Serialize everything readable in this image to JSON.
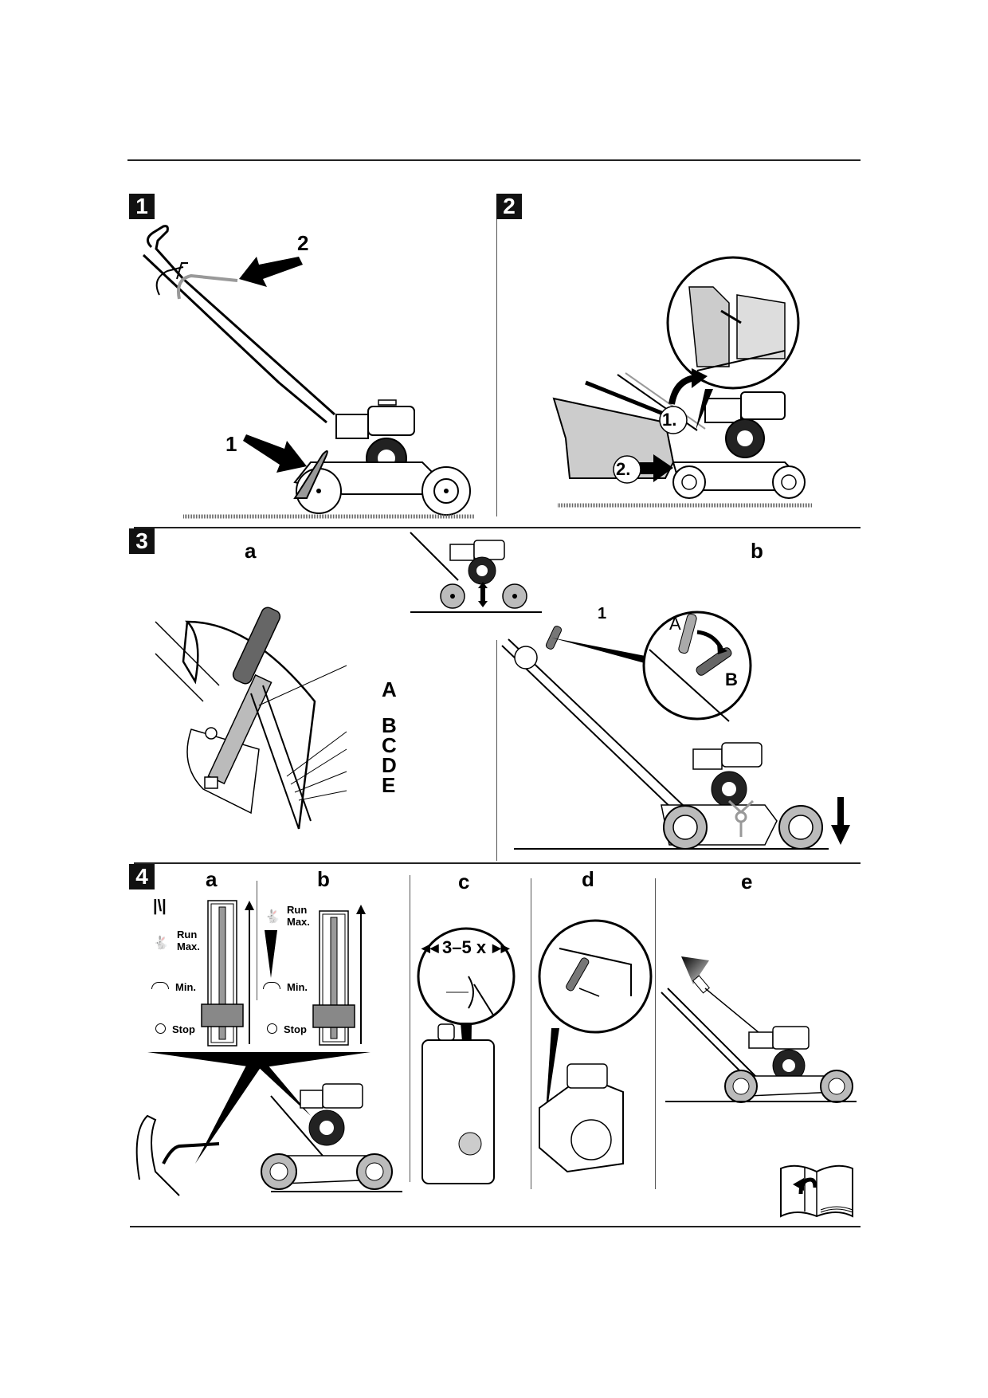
{
  "page": {
    "type": "assembly-instructions-pictogram-page",
    "subject": "scarifier / lawn aerator with petrol engine"
  },
  "sections": [
    {
      "number": "1",
      "callouts": [
        "1",
        "2"
      ],
      "description": "Unfold handle; arrows point to lower clamp lever (1) and upper handle (2)"
    },
    {
      "number": "2",
      "callouts": [
        "1.",
        "2."
      ],
      "description": "Lift rear flap (1.) and hang grass bag (2.); magnifier shows hook detail"
    },
    {
      "number": "3",
      "subpanels": [
        {
          "label": "a",
          "callouts": [
            "A",
            "B",
            "C",
            "D",
            "E"
          ],
          "description": "Working depth adjustment lever with notch positions A–E"
        },
        {
          "label": "b",
          "callouts": [
            "1",
            "A",
            "B"
          ],
          "description": "Handle lever 1 moved from A to B lowers the rotor"
        }
      ]
    },
    {
      "number": "4",
      "subpanels": [
        {
          "label": "a",
          "throttle": {
            "choke_symbol": "|\\|",
            "labels": {
              "run": "Run",
              "max": "Max.",
              "min": "Min.",
              "stop": "Stop"
            },
            "position": "stop"
          }
        },
        {
          "label": "b",
          "throttle": {
            "labels": {
              "run": "Run",
              "max": "Max.",
              "min": "Min.",
              "stop": "Stop"
            },
            "position": "stop"
          }
        },
        {
          "label": "c",
          "primer_text": "3–5 x",
          "description": "Press primer 3–5 times"
        },
        {
          "label": "d",
          "description": "Fuel tap / choke lever positions"
        },
        {
          "label": "e",
          "description": "Pull starter cord"
        }
      ]
    }
  ],
  "footer": {
    "icon": "refer-to-manual-book-icon"
  }
}
